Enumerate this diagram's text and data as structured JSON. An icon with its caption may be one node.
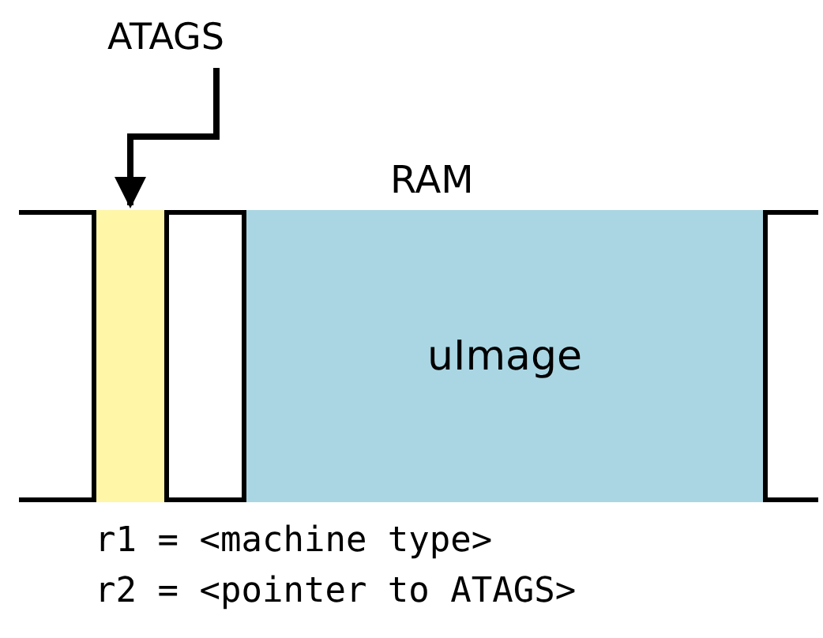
{
  "diagram": {
    "nodes": [
      {
        "text": [
          "RAM"
        ]
      },
      {
        "text": [],
        "shape": "box",
        "in": 0
      },
      {
        "text": [
          "uImage"
        ],
        "in": 0
      },
      {
        "text": [
          "ATAGS"
        ]
      }
    ],
    "edges": [
      {
        "from": 3,
        "to": 1,
        "arrow": "to"
      }
    ],
    "labels": [
      "r1 = <machine type>",
      "r2 = <pointer to ATAGS>"
    ]
  }
}
